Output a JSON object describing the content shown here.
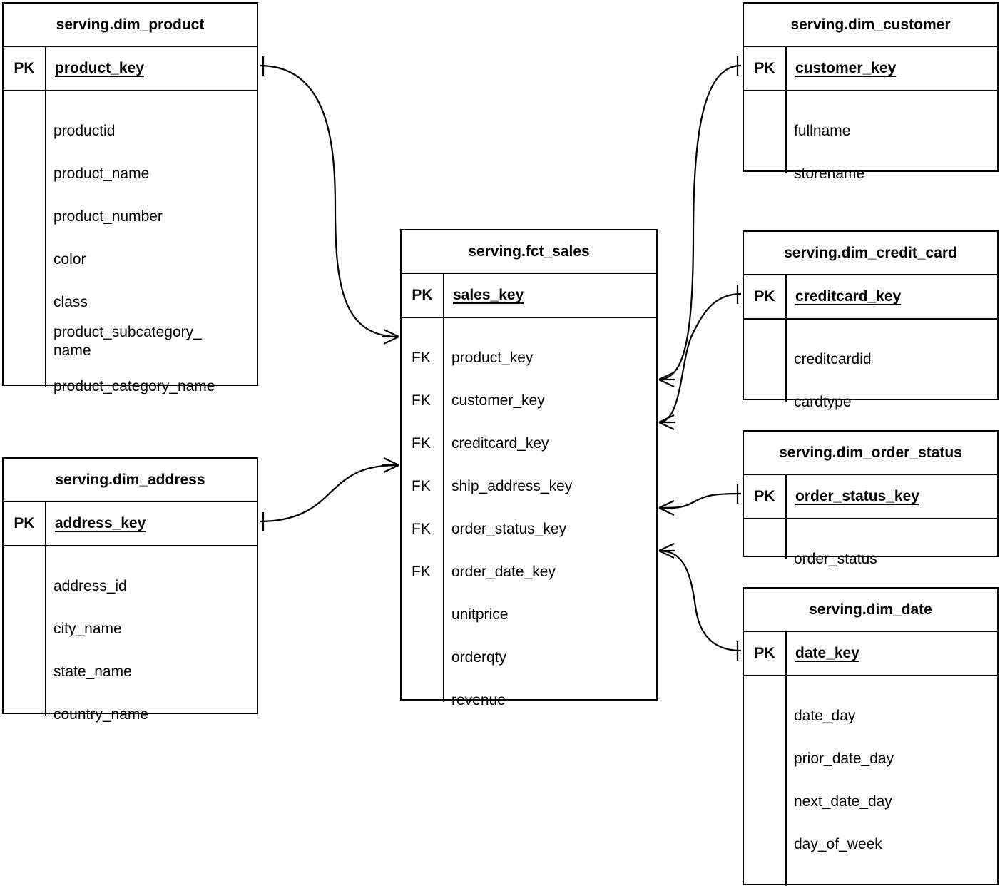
{
  "diagram": {
    "type": "entity-relationship-diagram",
    "notation": "crow's foot",
    "background_color": "#ffffff",
    "line_color": "#000000",
    "key_labels": {
      "pk": "PK",
      "fk": "FK"
    }
  },
  "entities": [
    {
      "id": "dim_product",
      "title": "serving.dim_product",
      "primary_key": {
        "key": "PK",
        "name": "product_key"
      },
      "attributes": [
        {
          "key": "",
          "name": "productid"
        },
        {
          "key": "",
          "name": "product_name"
        },
        {
          "key": "",
          "name": "product_number"
        },
        {
          "key": "",
          "name": "color"
        },
        {
          "key": "",
          "name": "class"
        },
        {
          "key": "",
          "name": "product_subcategory_\nname"
        },
        {
          "key": "",
          "name": "product_category_name"
        }
      ]
    },
    {
      "id": "dim_address",
      "title": "serving.dim_address",
      "primary_key": {
        "key": "PK",
        "name": "address_key"
      },
      "attributes": [
        {
          "key": "",
          "name": "address_id"
        },
        {
          "key": "",
          "name": "city_name"
        },
        {
          "key": "",
          "name": "state_name"
        },
        {
          "key": "",
          "name": "country_name"
        }
      ]
    },
    {
      "id": "fct_sales",
      "title": "serving.fct_sales",
      "primary_key": {
        "key": "PK",
        "name": "sales_key"
      },
      "attributes": [
        {
          "key": "FK",
          "name": "product_key"
        },
        {
          "key": "FK",
          "name": "customer_key"
        },
        {
          "key": "FK",
          "name": "creditcard_key"
        },
        {
          "key": "FK",
          "name": "ship_address_key"
        },
        {
          "key": "FK",
          "name": "order_status_key"
        },
        {
          "key": "FK",
          "name": "order_date_key"
        },
        {
          "key": "",
          "name": "unitprice"
        },
        {
          "key": "",
          "name": "orderqty"
        },
        {
          "key": "",
          "name": "revenue"
        }
      ]
    },
    {
      "id": "dim_customer",
      "title": "serving.dim_customer",
      "primary_key": {
        "key": "PK",
        "name": "customer_key"
      },
      "attributes": [
        {
          "key": "",
          "name": "fullname"
        },
        {
          "key": "",
          "name": "storename"
        }
      ]
    },
    {
      "id": "dim_credit_card",
      "title": "serving.dim_credit_card",
      "primary_key": {
        "key": "PK",
        "name": "creditcard_key"
      },
      "attributes": [
        {
          "key": "",
          "name": "creditcardid"
        },
        {
          "key": "",
          "name": "cardtype"
        }
      ]
    },
    {
      "id": "dim_order_status",
      "title": "serving.dim_order_status",
      "primary_key": {
        "key": "PK",
        "name": "order_status_key"
      },
      "attributes": [
        {
          "key": "",
          "name": "order_status"
        }
      ]
    },
    {
      "id": "dim_date",
      "title": "serving.dim_date",
      "primary_key": {
        "key": "PK",
        "name": "date_key"
      },
      "attributes": [
        {
          "key": "",
          "name": "date_day"
        },
        {
          "key": "",
          "name": "prior_date_day"
        },
        {
          "key": "",
          "name": "next_date_day"
        },
        {
          "key": "",
          "name": "day_of_week"
        },
        {
          "key": "",
          "name": "..."
        }
      ]
    }
  ],
  "relationships": [
    {
      "id": "rel-product-sales",
      "from_entity": "dim_product",
      "from_field": "product_key",
      "to_entity": "fct_sales",
      "to_field": "product_key",
      "cardinality": "one-to-many"
    },
    {
      "id": "rel-address-sales",
      "from_entity": "dim_address",
      "from_field": "address_key",
      "to_entity": "fct_sales",
      "to_field": "ship_address_key",
      "cardinality": "one-to-many"
    },
    {
      "id": "rel-customer-sales",
      "from_entity": "dim_customer",
      "from_field": "customer_key",
      "to_entity": "fct_sales",
      "to_field": "customer_key",
      "cardinality": "one-to-many"
    },
    {
      "id": "rel-creditcard-sales",
      "from_entity": "dim_credit_card",
      "from_field": "creditcard_key",
      "to_entity": "fct_sales",
      "to_field": "creditcard_key",
      "cardinality": "one-to-many"
    },
    {
      "id": "rel-orderstatus-sales",
      "from_entity": "dim_order_status",
      "from_field": "order_status_key",
      "to_entity": "fct_sales",
      "to_field": "order_status_key",
      "cardinality": "one-to-many"
    },
    {
      "id": "rel-date-sales",
      "from_entity": "dim_date",
      "from_field": "date_key",
      "to_entity": "fct_sales",
      "to_field": "order_date_key",
      "cardinality": "one-to-many"
    }
  ]
}
